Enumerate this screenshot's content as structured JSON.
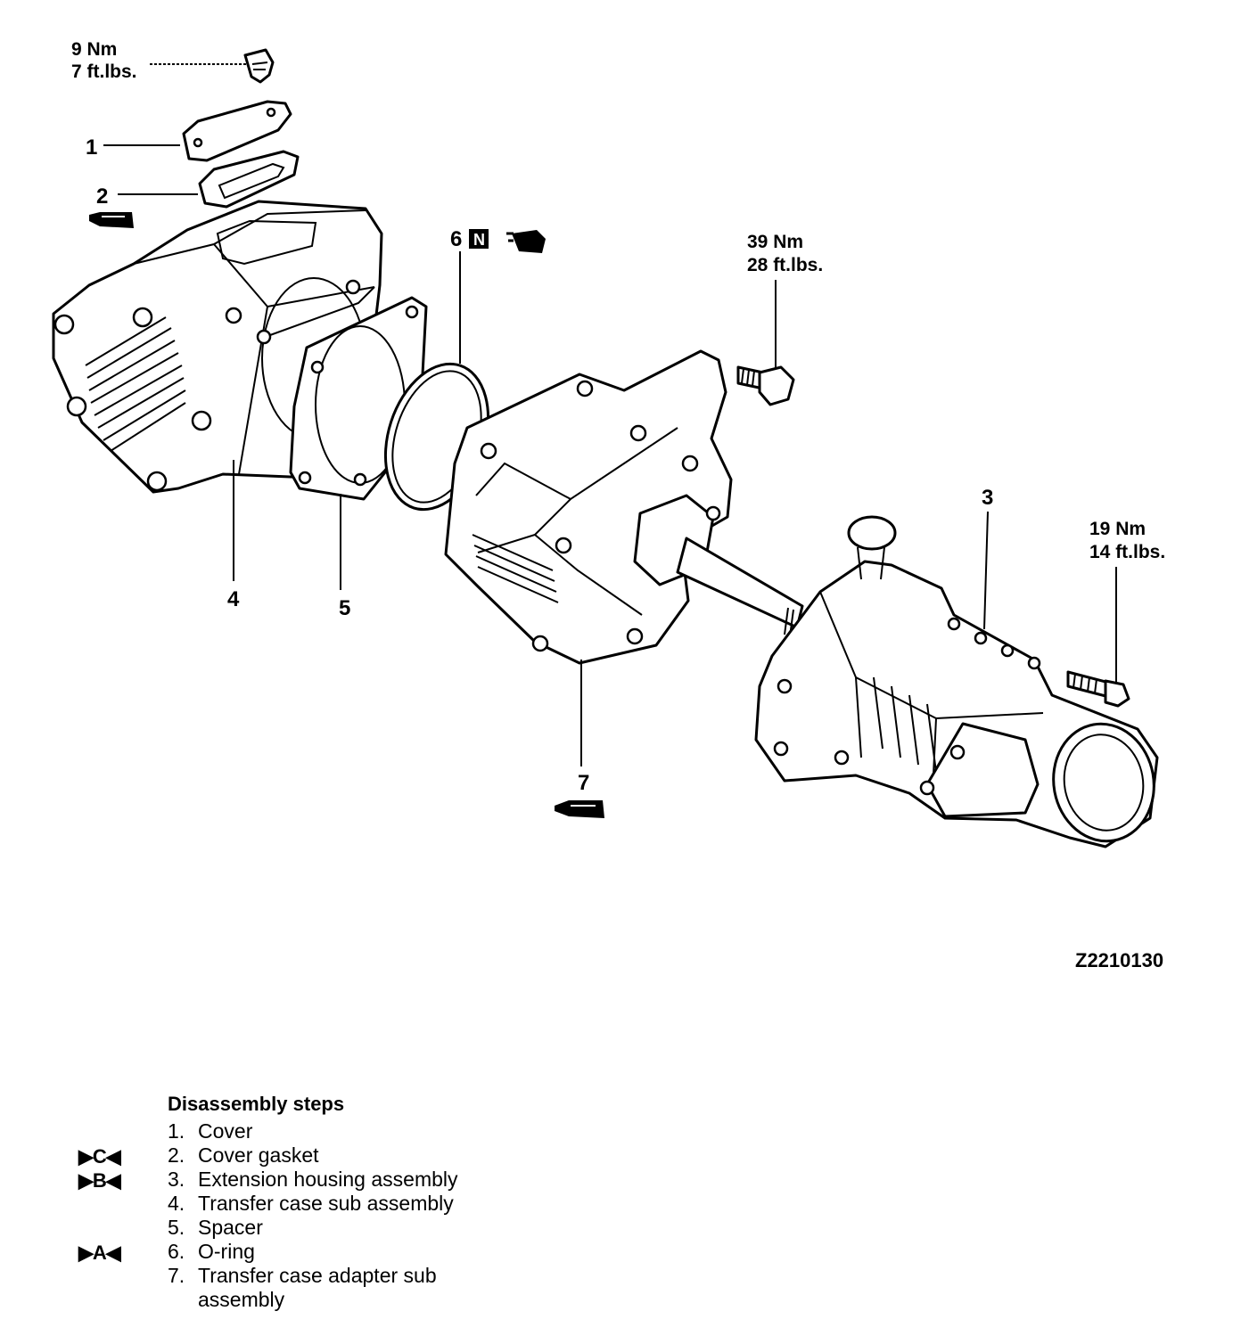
{
  "torque_labels": {
    "top_bolt": [
      "9 Nm",
      "7 ft.lbs."
    ],
    "adapter_bolt": [
      "39 Nm",
      "28 ft.lbs."
    ],
    "extension_bolt": [
      "19 Nm",
      "14 ft.lbs."
    ]
  },
  "callouts": [
    "1",
    "2",
    "3",
    "4",
    "5",
    "6",
    "7"
  ],
  "symbol_n": "N",
  "figure_code": "Z2210130",
  "disassembly": {
    "title": "Disassembly steps",
    "steps": [
      {
        "no": "1.",
        "text": "Cover",
        "mark": ""
      },
      {
        "no": "2.",
        "text": "Cover gasket",
        "mark": "▶C◀"
      },
      {
        "no": "3.",
        "text": "Extension housing assembly",
        "mark": "▶B◀"
      },
      {
        "no": "4.",
        "text": "Transfer case sub assembly",
        "mark": ""
      },
      {
        "no": "5.",
        "text": "Spacer",
        "mark": ""
      },
      {
        "no": "6.",
        "text": "O-ring",
        "mark": "▶A◀"
      },
      {
        "no": "7.",
        "text": "Transfer case adapter sub assembly",
        "mark": ""
      }
    ]
  }
}
